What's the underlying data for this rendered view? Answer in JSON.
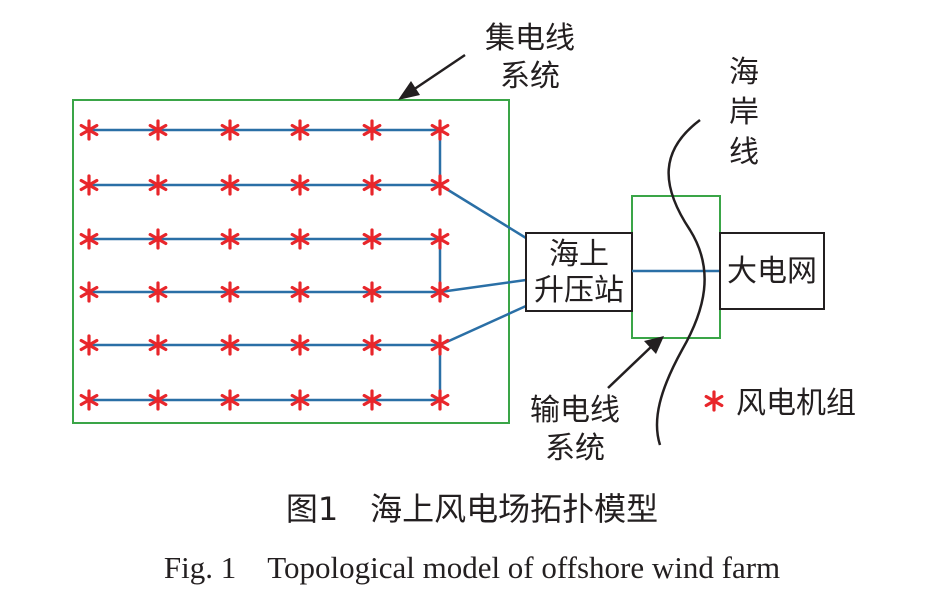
{
  "collector_label": [
    "集电线",
    "系统"
  ],
  "coastline_label": [
    "海",
    "岸",
    "线"
  ],
  "substation_label": [
    "海上",
    "升压站"
  ],
  "grid_label": "大电网",
  "transmission_label": [
    "输电线",
    "系统"
  ],
  "legend_label": "风电机组",
  "caption_cn": "图1　海上风电场拓扑模型",
  "caption_en": "Fig. 1　Topological model of offshore wind farm",
  "turbine_layout": {
    "rows": 6,
    "columns": 6
  },
  "colors": {
    "turbine": "#e8262b",
    "cable": "#2a6fa6",
    "boundary": "#3aa547",
    "text": "#231f20"
  }
}
